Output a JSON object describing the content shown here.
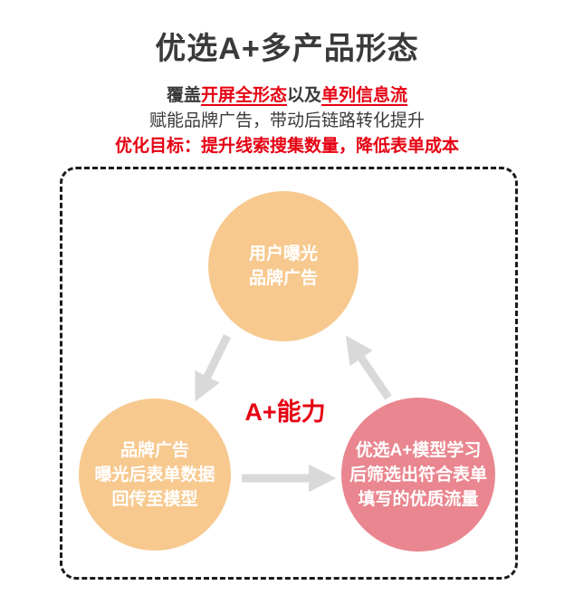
{
  "header": {
    "title": "优选A+多产品形态",
    "subtitle_line1": [
      {
        "text": "覆盖",
        "style": "dark"
      },
      {
        "text": "开屏全形态",
        "style": "red-underline"
      },
      {
        "text": "以及",
        "style": "dark"
      },
      {
        "text": "单列信息流",
        "style": "red-underline"
      }
    ],
    "subtitle_line2": "赋能品牌广告，带动后链路转化提升",
    "subtitle_line3": "优化目标：提升线索搜集数量，降低表单成本"
  },
  "diagram": {
    "center_label": "A+能力",
    "nodes": [
      {
        "id": "user-exposure",
        "lines": [
          "用户曝光",
          "品牌广告"
        ],
        "color": "#F7C98F"
      },
      {
        "id": "brand-ad-feedback",
        "lines": [
          "品牌广告",
          "曝光后表单数据",
          "回传至模型"
        ],
        "color": "#F7C98F"
      },
      {
        "id": "aplus-model",
        "lines": [
          "优选A+模型学习",
          "后筛选出符合表单",
          "填写的优质流量"
        ],
        "color": "#E9868F"
      }
    ],
    "arrows": [
      {
        "from": "user-exposure",
        "to": "brand-ad-feedback",
        "direction": "down-left"
      },
      {
        "from": "brand-ad-feedback",
        "to": "aplus-model",
        "direction": "right"
      },
      {
        "from": "aplus-model",
        "to": "user-exposure",
        "direction": "up-left"
      }
    ]
  },
  "colors": {
    "title-text": "#3A3A3A",
    "accent-red": "#E60012",
    "circle-orange": "#F7C98F",
    "circle-pink": "#E9868F",
    "arrow-gray": "#D9D9D9",
    "border-dark": "#1A1A1A"
  }
}
